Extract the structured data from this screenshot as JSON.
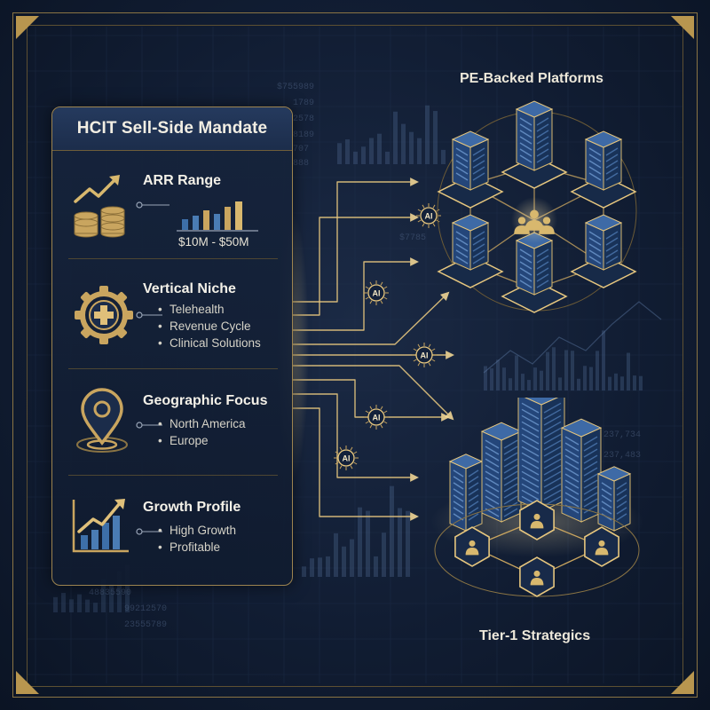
{
  "panel": {
    "title": "HCIT Sell-Side Mandate",
    "sections": [
      {
        "title": "ARR Range",
        "icon": "coins-growth-icon",
        "range": "$10M - $50M"
      },
      {
        "title": "Vertical Niche",
        "icon": "medical-gear-icon",
        "items": [
          "Telehealth",
          "Revenue Cycle",
          "Clinical Solutions"
        ]
      },
      {
        "title": "Geographic Focus",
        "icon": "location-pin-icon",
        "items": [
          "North America",
          "Europe"
        ]
      },
      {
        "title": "Growth Profile",
        "icon": "growth-chart-icon",
        "items": [
          "High Growth",
          "Profitable"
        ]
      }
    ]
  },
  "targets": {
    "top_label": "PE-Backed Platforms",
    "bottom_label": "Tier-1 Strategics"
  },
  "ai_badge": "AI",
  "background_numbers": [
    "$755989",
    "1789",
    "2578",
    "8189",
    "707",
    "888",
    "$7785",
    "237,734",
    "237,483",
    "48835590",
    "99212570",
    "23555789"
  ],
  "colors": {
    "gold": "#c9a55f",
    "navy": "#111d33",
    "glow": "#f0d594"
  }
}
